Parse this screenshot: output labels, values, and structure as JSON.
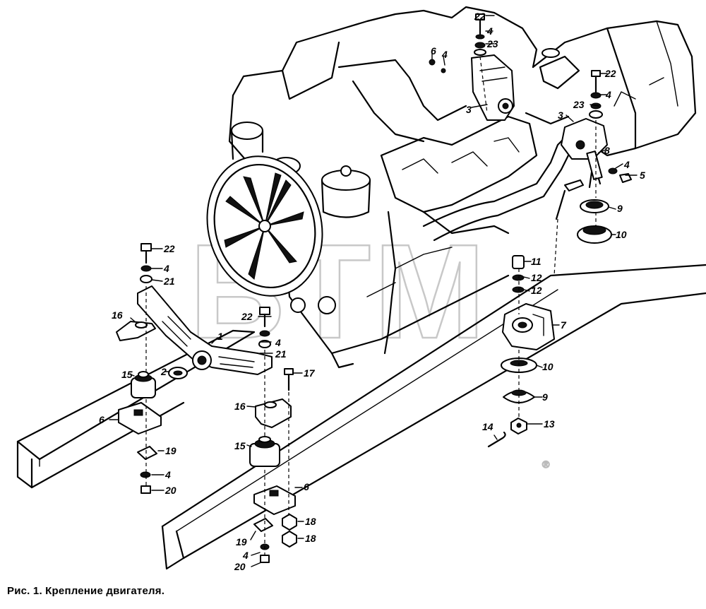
{
  "caption": "Рис. 1. Крепление двигателя.",
  "watermark": {
    "text": "BTM",
    "registered_mark": "®"
  },
  "callouts": {
    "c22a": "22",
    "c4a": "4",
    "c23a": "23",
    "c6": "6",
    "c4b": "4",
    "c3a": "3",
    "c22b": "22",
    "c4c": "4",
    "c23b": "23",
    "c3b": "3",
    "c8": "8",
    "c4d": "4",
    "c5": "5",
    "c9a": "9",
    "c10a": "10",
    "c11": "11",
    "c12a": "12",
    "c12b": "12",
    "c7": "7",
    "c10b": "10",
    "c9b": "9",
    "c13": "13",
    "c14": "14",
    "c22c": "22",
    "c4e": "4",
    "c21a": "21",
    "c16a": "16",
    "c1": "1",
    "c22d": "22",
    "c4f": "4",
    "c21b": "21",
    "c15a": "15",
    "c2": "2",
    "c17": "17",
    "c6b": "6",
    "c19a": "19",
    "c4g": "4",
    "c20a": "20",
    "c16b": "16",
    "c15b": "15",
    "c6c": "6",
    "c18a": "18",
    "c18b": "18",
    "c19b": "19",
    "c4h": "4",
    "c20b": "20"
  }
}
